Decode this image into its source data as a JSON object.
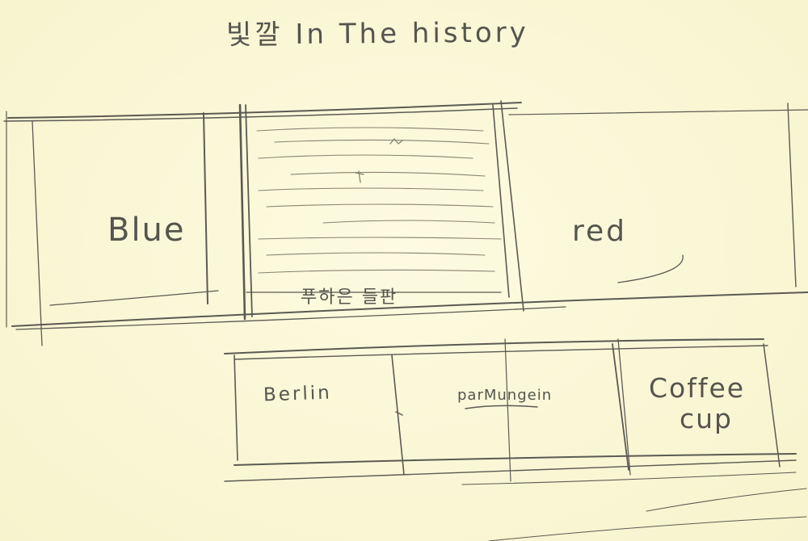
{
  "title": "빛깔 In The history",
  "top_row": {
    "cells": [
      {
        "label": "Blue"
      },
      {
        "label": ""
      },
      {
        "label": "red"
      }
    ],
    "caption": "푸하은 들판"
  },
  "bottom_row": {
    "cells": [
      {
        "label": "Berlin"
      },
      {
        "label": "parMungein"
      },
      {
        "label_line1": "Coffee",
        "label_line2": "cup"
      }
    ]
  },
  "colors": {
    "paper": "#fbf9d6",
    "pencil": "#4a4a44"
  }
}
